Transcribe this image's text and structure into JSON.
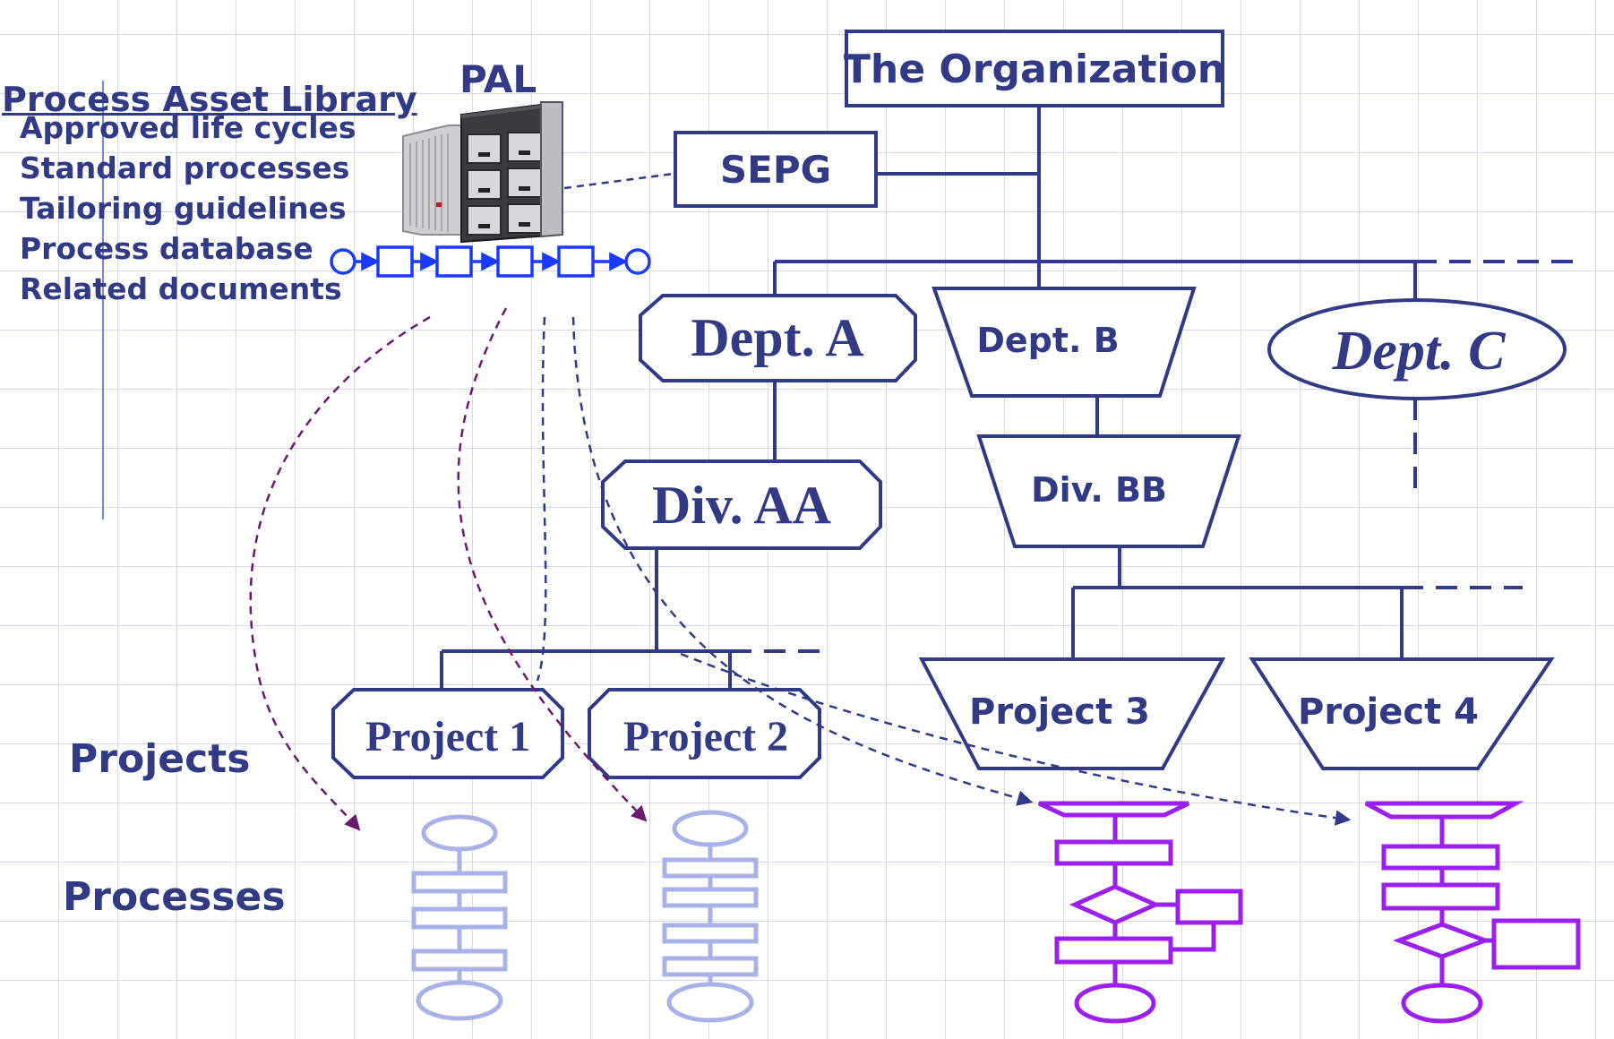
{
  "library": {
    "title": "Process Asset Library",
    "items": [
      "Approved life cycles",
      "Standard processes",
      "Tailoring guidelines",
      "Process database",
      "Related documents"
    ]
  },
  "pal_label": "PAL",
  "org": {
    "top": "The Organization",
    "sepg": "SEPG",
    "dept_a": "Dept. A",
    "dept_b": "Dept. B",
    "dept_c": "Dept. C",
    "div_aa": "Div. AA",
    "div_bb": "Div. BB",
    "project_1": "Project 1",
    "project_2": "Project 2",
    "project_3": "Project 3",
    "project_4": "Project 4"
  },
  "row_labels": {
    "projects": "Projects",
    "processes": "Processes"
  },
  "colors": {
    "navy": "#333a85",
    "blue": "#1a3bff",
    "purple": "#9a1ff0",
    "light_blue": "#a9b2e6",
    "dashed_purple": "#6a1a6e"
  }
}
